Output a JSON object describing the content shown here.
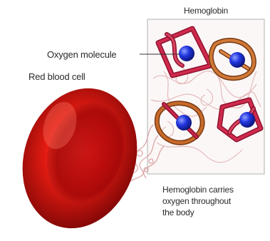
{
  "labels": {
    "hemoglobin": "Hemoglobin",
    "oxygen_molecule": "Oxygen molecule",
    "red_blood_cell": "Red blood cell",
    "caption_lines": [
      "Hemoglobin carries",
      "oxygen throughout",
      "the body"
    ]
  },
  "colors": {
    "cell_red": "#d81010",
    "heme_crimson": "#b8183a",
    "heme_orange": "#c86a2a",
    "oxygen_blue": "#1a2ad8",
    "box_border": "#b0b0b0"
  }
}
